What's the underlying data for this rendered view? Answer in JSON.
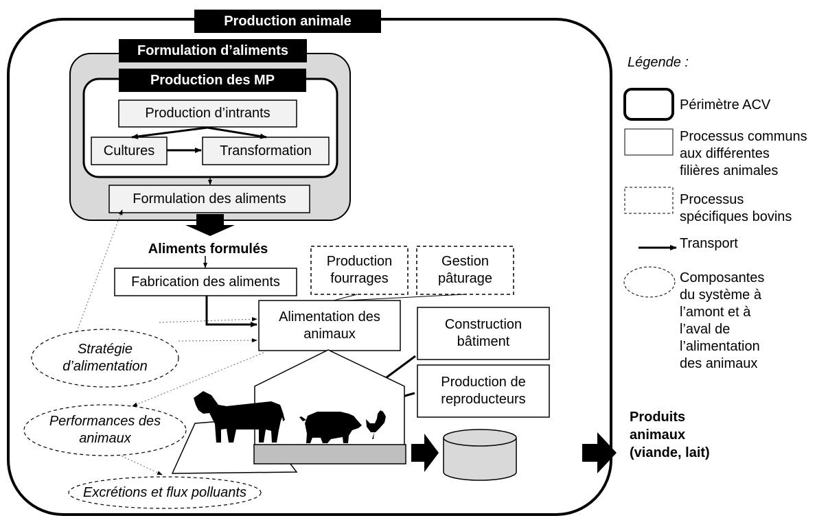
{
  "title": "Production animale",
  "groups": {
    "feed_formulation": "Formulation d’aliments",
    "raw_material_production": "Production des MP"
  },
  "processes": {
    "inputs_production": "Production d’intrants",
    "crops": "Cultures",
    "transformation": "Transformation",
    "feed_formulation": "Formulation des aliments",
    "feed_manufacturing": "Fabrication des aliments",
    "animal_feeding": "Alimentation des\nanimaux",
    "building_construction": "Construction\nbâtiment",
    "breeders_production": "Production de\nreproducteurs",
    "forage_production": "Production\nfourrages",
    "pasture_management": "Gestion\npâturage"
  },
  "flows": {
    "formulated_feed": "Aliments formulés",
    "animal_products": "Produits\nanimaux\n(viande, lait)"
  },
  "components": {
    "feeding_strategy": "Stratégie\nd’alimentation",
    "animal_performance": "Performances des\nanimaux",
    "excretions": "Excrétions et flux polluants"
  },
  "legend": {
    "title": "Légende :",
    "items": [
      {
        "key": "lca_perimeter",
        "label": "Périmètre ACV"
      },
      {
        "key": "common_process",
        "label": "Processus communs\naux différentes\nfilières animales"
      },
      {
        "key": "cattle_process",
        "label": "Processus\nspécifiques bovins"
      },
      {
        "key": "transport",
        "label": "Transport"
      },
      {
        "key": "system_components",
        "label": "Composantes\ndu système à\nl’amont et à\nl’aval de\nl’alimentation\ndes animaux"
      }
    ]
  },
  "colors": {
    "title_bar": "#000000",
    "formulation_group_fill": "#d9d9d9",
    "slab_fill": "#bfbfbf",
    "silo_fill": "#d9d9d9",
    "box_stroke": "#000000"
  }
}
